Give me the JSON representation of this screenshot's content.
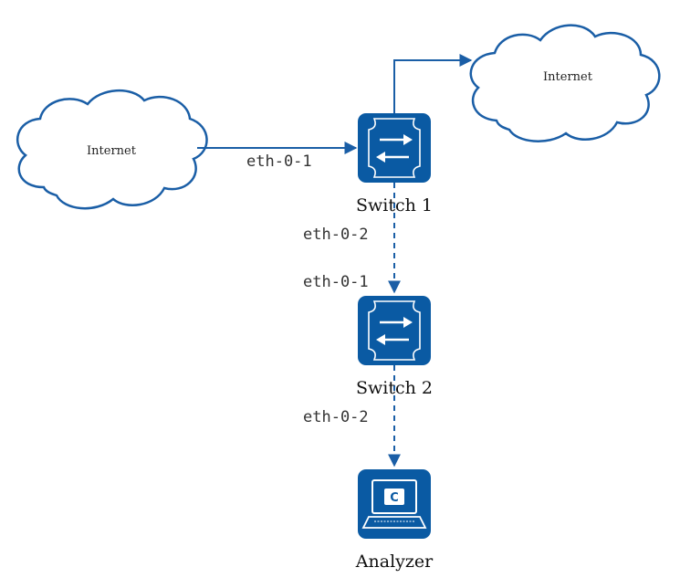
{
  "nodes": {
    "internet_left": {
      "label": "Internet"
    },
    "internet_right": {
      "label": "Internet"
    },
    "switch1": {
      "label": "Switch 1"
    },
    "switch2": {
      "label": "Switch 2"
    },
    "analyzer": {
      "label": "Analyzer",
      "screen_glyph": "C"
    }
  },
  "ports": {
    "sw1_in": "eth-0-1",
    "sw1_out": "eth-0-2",
    "sw2_in": "eth-0-1",
    "sw2_out": "eth-0-2"
  },
  "colors": {
    "device_fill": "#0a5aa3",
    "link": "#1a5ea6",
    "cloud_stroke": "#1a5ea6"
  }
}
